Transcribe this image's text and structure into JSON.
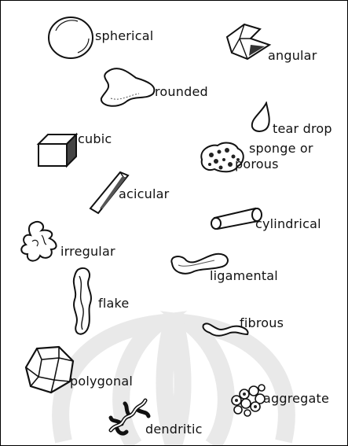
{
  "labels": {
    "spherical": "spherical",
    "angular": "angular",
    "rounded": "rounded",
    "tear_drop": "tear drop",
    "cubic": "cubic",
    "sponge_line1": "sponge or",
    "sponge_line2": "porous",
    "acicular": "acicular",
    "cylindrical": "cylindrical",
    "irregular": "irregular",
    "ligamental": "ligamental",
    "flake": "flake",
    "fibrous": "fibrous",
    "polygonal": "polygonal",
    "aggregate": "aggregate",
    "dendritic": "dendritic"
  },
  "colors": {
    "ink": "#111111",
    "watermark": "#e6e6e6",
    "paper": "#ffffff"
  }
}
